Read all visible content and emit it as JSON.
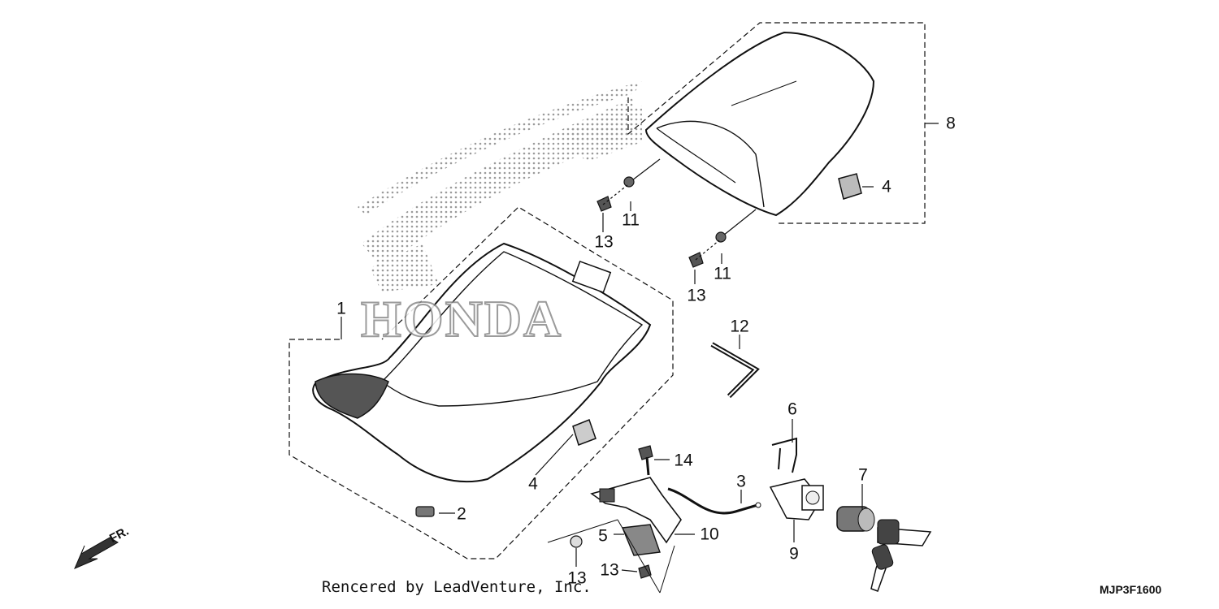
{
  "diagram": {
    "callouts": [
      {
        "id": "p1",
        "label": "1"
      },
      {
        "id": "p2",
        "label": "2"
      },
      {
        "id": "p3",
        "label": "3"
      },
      {
        "id": "p4a",
        "label": "4"
      },
      {
        "id": "p4b",
        "label": "4"
      },
      {
        "id": "p5",
        "label": "5"
      },
      {
        "id": "p6",
        "label": "6"
      },
      {
        "id": "p7",
        "label": "7"
      },
      {
        "id": "p8",
        "label": "8"
      },
      {
        "id": "p9",
        "label": "9"
      },
      {
        "id": "p10",
        "label": "10"
      },
      {
        "id": "p11a",
        "label": "11"
      },
      {
        "id": "p11b",
        "label": "11"
      },
      {
        "id": "p12",
        "label": "12"
      },
      {
        "id": "p13a",
        "label": "13"
      },
      {
        "id": "p13b",
        "label": "13"
      },
      {
        "id": "p13c",
        "label": "13"
      },
      {
        "id": "p13d",
        "label": "13"
      },
      {
        "id": "p14",
        "label": "14"
      }
    ],
    "direction_label": "FR.",
    "watermark": "HONDA",
    "footer": "Rencered by LeadVenture, Inc.",
    "diagram_code": "MJP3F1600"
  },
  "colors": {
    "line": "#111111",
    "watermark_dots": "#9a9a9a"
  }
}
